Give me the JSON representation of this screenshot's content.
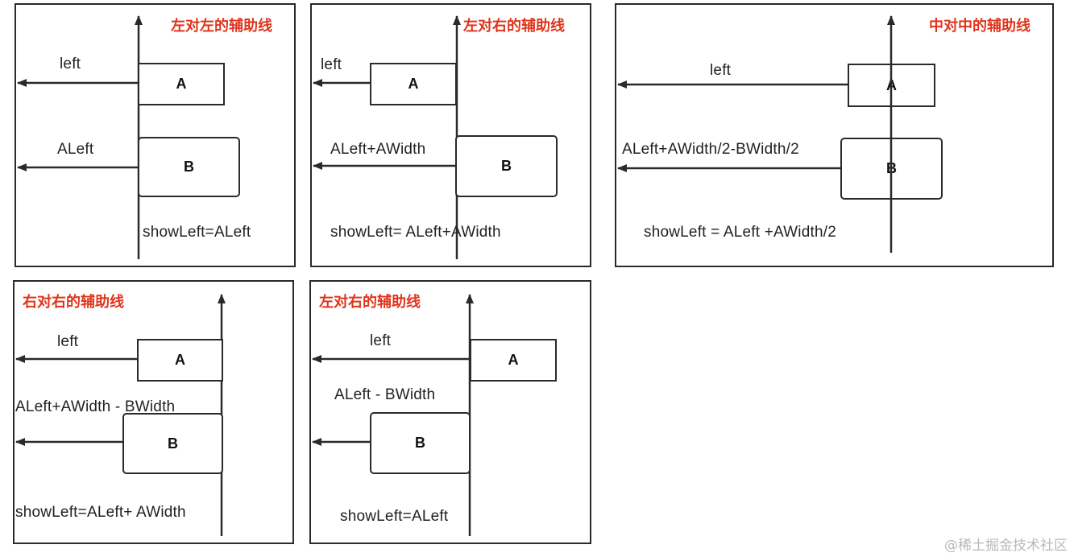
{
  "panels": [
    {
      "title": "左对左的辅助线",
      "box_a": "A",
      "box_b": "B",
      "arrow_a_label": "left",
      "arrow_b_label": "ALeft",
      "formula": "showLeft=ALeft"
    },
    {
      "title": "左对右的辅助线",
      "box_a": "A",
      "box_b": "B",
      "arrow_a_label": "left",
      "arrow_b_label": "ALeft+AWidth",
      "formula": "showLeft= ALeft+AWidth"
    },
    {
      "title": "中对中的辅助线",
      "box_a": "A",
      "box_b": "B",
      "arrow_a_label": "left",
      "arrow_b_label": "ALeft+AWidth/2-BWidth/2",
      "formula": "showLeft = ALeft +AWidth/2"
    },
    {
      "title": "右对右的辅助线",
      "box_a": "A",
      "box_b": "B",
      "arrow_a_label": "left",
      "arrow_b_label": "ALeft+AWidth - BWidth",
      "formula": "showLeft=ALeft+ AWidth"
    },
    {
      "title": "左对右的辅助线",
      "box_a": "A",
      "box_b": "B",
      "arrow_a_label": "left",
      "arrow_b_label": "ALeft - BWidth",
      "formula": "showLeft=ALeft"
    }
  ],
  "watermark": "@稀土掘金技术社区",
  "colors": {
    "title": "#e0341c",
    "line": "#2a2a2a",
    "watermark": "#b8b8b8"
  }
}
